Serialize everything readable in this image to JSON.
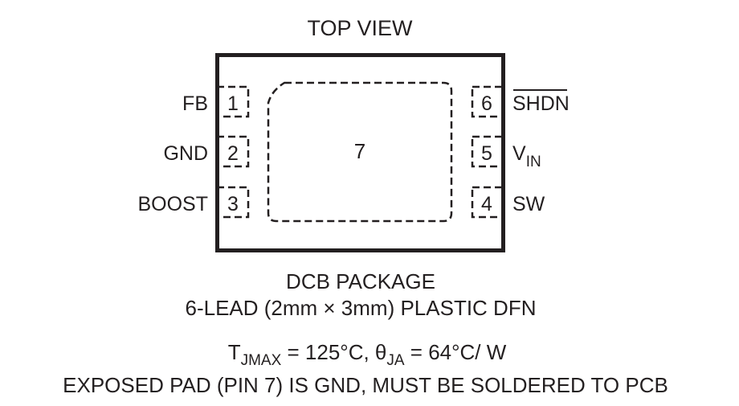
{
  "diagram": {
    "view_label": "TOP VIEW",
    "package": {
      "name": "DCB PACKAGE",
      "description": "6-LEAD (2mm × 3mm) PLASTIC DFN",
      "exposed_pad_number": "7"
    },
    "pins_left": [
      {
        "number": "1",
        "label": "FB"
      },
      {
        "number": "2",
        "label": "GND"
      },
      {
        "number": "3",
        "label": "BOOST"
      }
    ],
    "pins_right": [
      {
        "number": "6",
        "label": "SHDN"
      },
      {
        "number": "5",
        "label": "V",
        "subscript": "IN"
      },
      {
        "number": "4",
        "label": "SW"
      }
    ],
    "thermal": {
      "t_symbol": "T",
      "t_sub": "JMAX",
      "t_value": " = 125°C, ",
      "theta_symbol": "θ",
      "theta_sub": "JA",
      "theta_value": " = 64°C/ W"
    },
    "note": "EXPOSED PAD (PIN 7) IS GND, MUST BE SOLDERED TO PCB"
  },
  "colors": {
    "ink": "#231f20",
    "background": "#ffffff"
  }
}
